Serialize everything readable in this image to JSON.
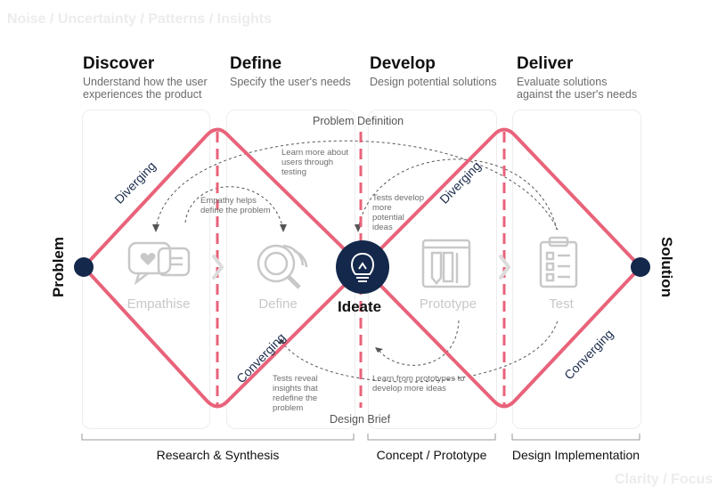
{
  "corner_top_left": "Noise / Uncertainty / Patterns / Insights",
  "corner_bottom_right": "Clarity / Focus",
  "phases": [
    {
      "title": "Discover",
      "desc": "Understand how the user experiences the product"
    },
    {
      "title": "Define",
      "desc": "Specify the user's needs"
    },
    {
      "title": "Develop",
      "desc": "Design potential solutions"
    },
    {
      "title": "Deliver",
      "desc": "Evaluate solutions against the user's needs"
    }
  ],
  "problem_definition": "Problem Definition",
  "design_brief": "Design Brief",
  "stages": [
    "Empathise",
    "Define",
    "Ideate",
    "Prototype",
    "Test"
  ],
  "side_labels": {
    "left": "Problem",
    "right": "Solution"
  },
  "diamond_labels": {
    "diverging_1": "Diverging",
    "converging_1": "Converging",
    "diverging_2": "Diverging",
    "converging_2": "Converging"
  },
  "notes": {
    "learn_more": "Learn more about users through testing",
    "empathy": "Empathy helps define the problem",
    "tests_develop": "Tests develop more potential ideas",
    "tests_reveal": "Tests reveal insights that redefine the problem",
    "learn_prototypes": "Learn from prototypes to develop more ideas"
  },
  "brackets": [
    "Research & Synthesis",
    "Concept / Prototype",
    "Design Implementation"
  ],
  "colors": {
    "diamond": "#e8637a",
    "node": "#13284a",
    "icon": "#c8c8c8",
    "dash": "#555555"
  }
}
